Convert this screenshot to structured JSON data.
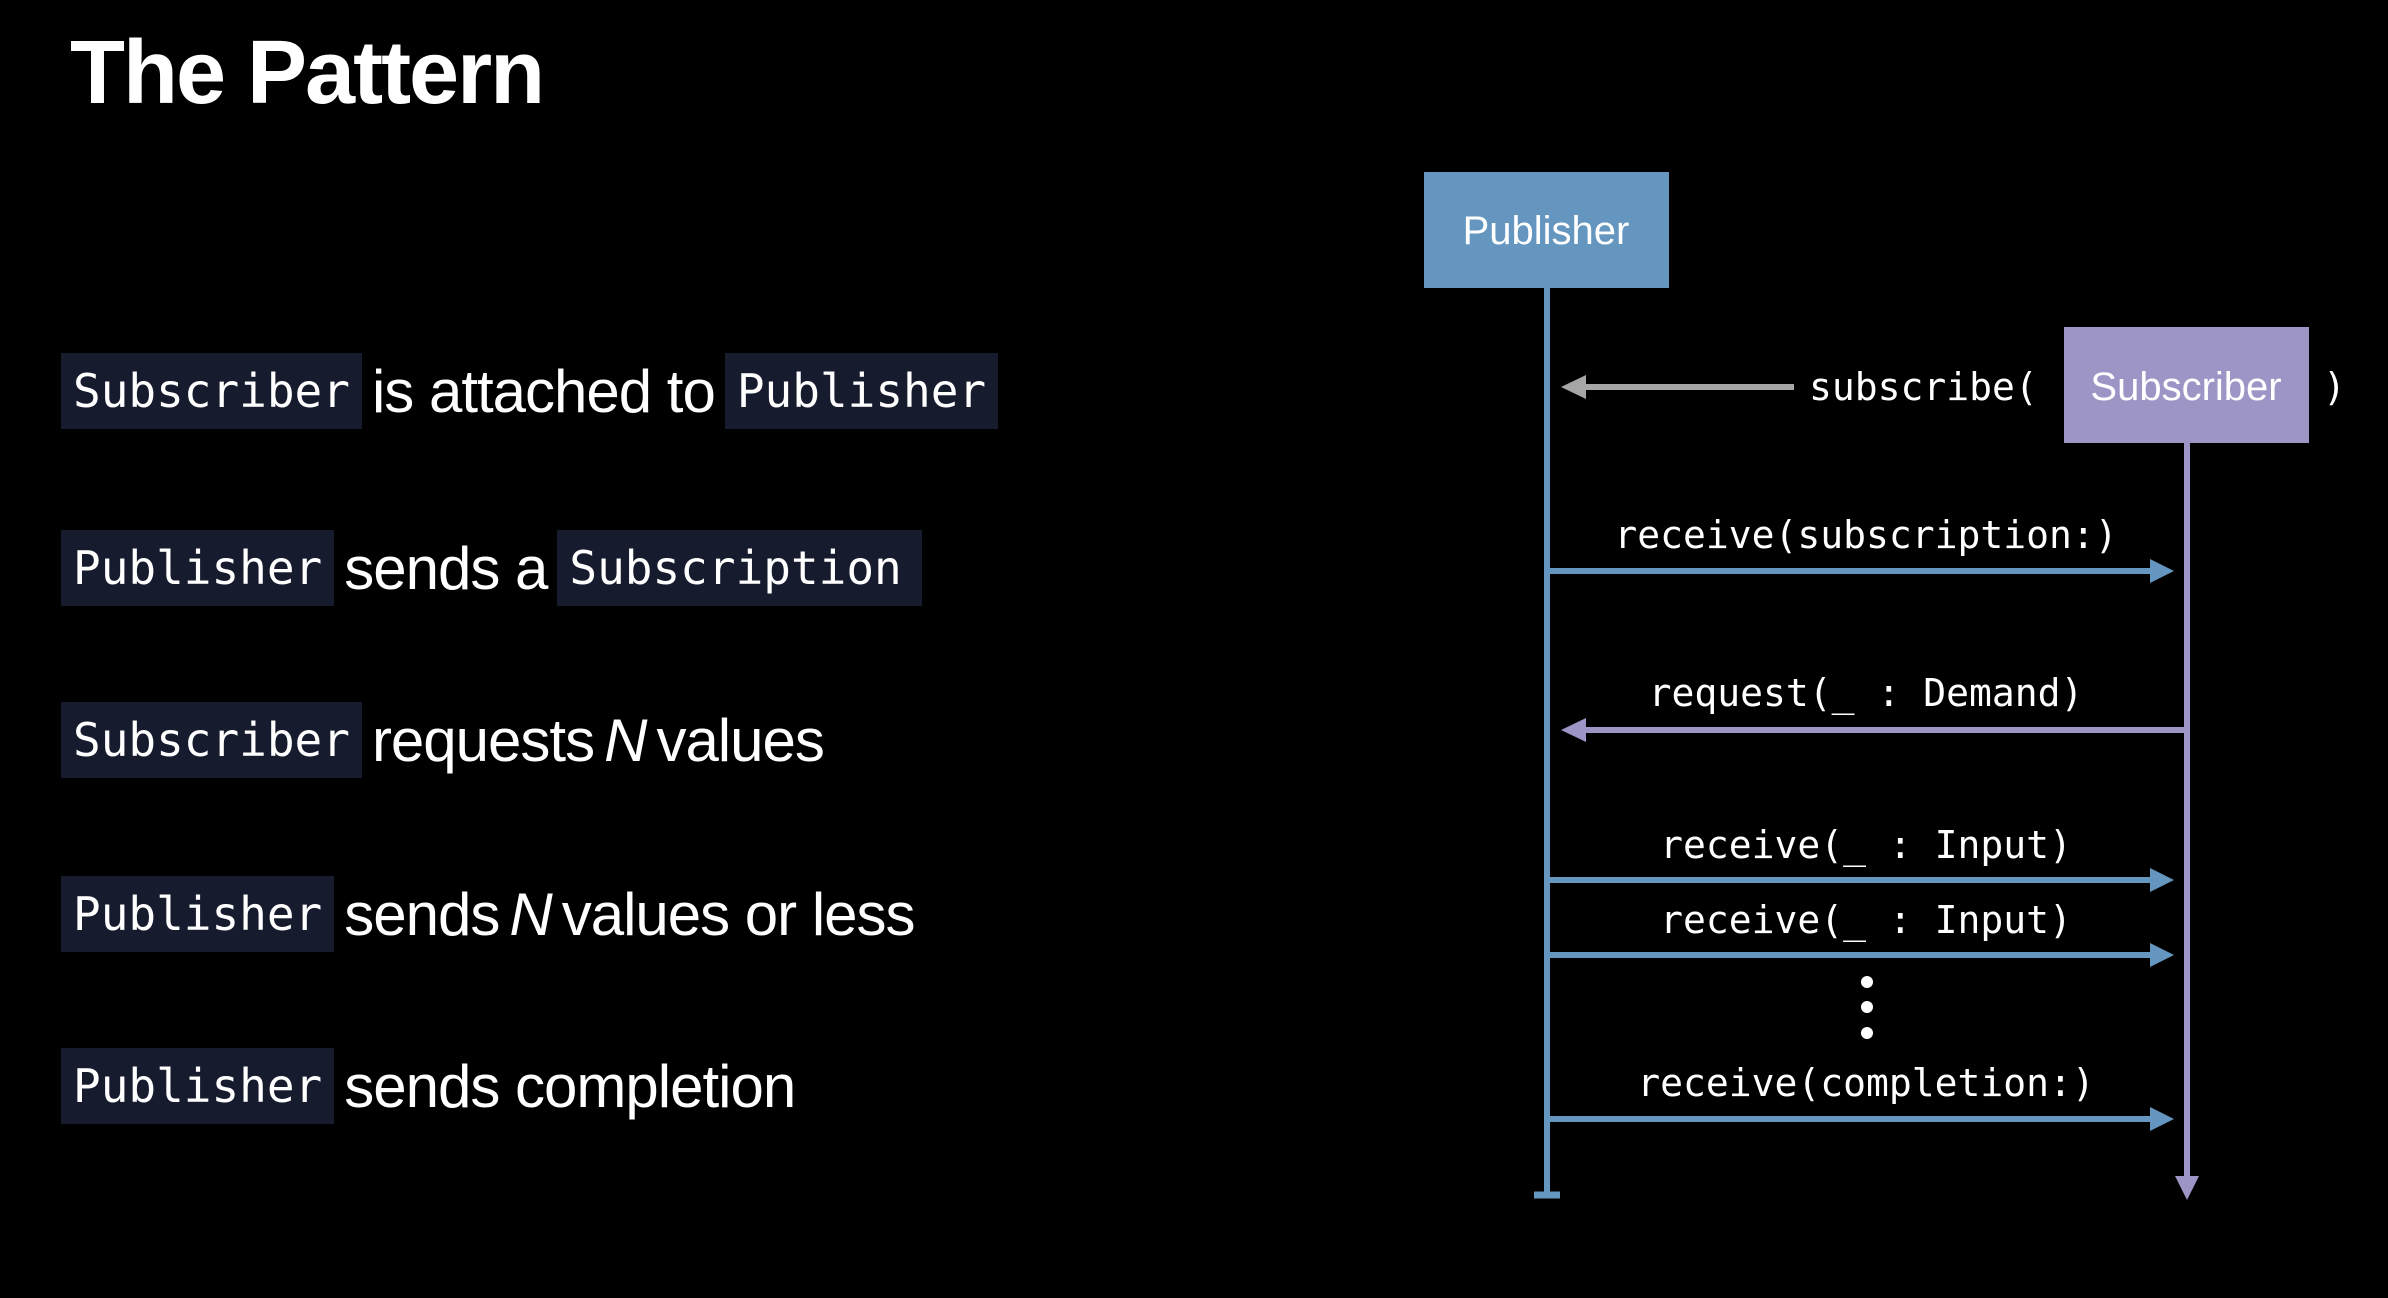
{
  "title": "The Pattern",
  "steps": [
    {
      "code1": "Subscriber",
      "text": "is attached to",
      "code2": "Publisher"
    },
    {
      "code1": "Publisher",
      "text": "sends a",
      "code2": "Subscription"
    },
    {
      "code1": "Subscriber",
      "text_before": "requests",
      "emph": "N",
      "text_after": "values"
    },
    {
      "code1": "Publisher",
      "text_before": "sends",
      "emph": "N",
      "text_after": "values or less"
    },
    {
      "code1": "Publisher",
      "text": "sends completion"
    }
  ],
  "diagram": {
    "publisher": "Publisher",
    "subscriber": "Subscriber",
    "subscribe_open": "subscribe(",
    "subscribe_close": ")",
    "messages": [
      "receive(subscription:)",
      "request(_ : Demand)",
      "receive(_ : Input)",
      "receive(_ : Input)",
      "receive(completion:)"
    ],
    "colors": {
      "publisher": "#6496bf",
      "subscriber": "#9c95c6",
      "subscribe_arrow": "#a6a6a6",
      "code_chip": "#161b2e"
    }
  }
}
